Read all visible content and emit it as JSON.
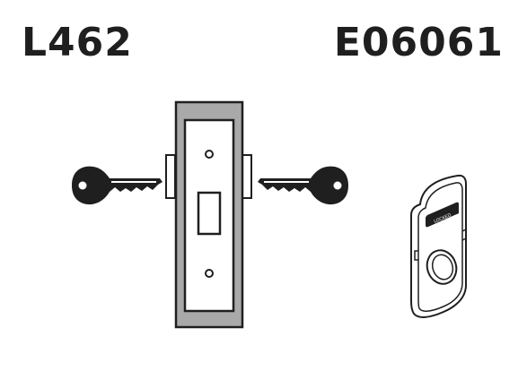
{
  "codes": {
    "lock_model": "L462",
    "trim_model": "E06061"
  },
  "trim_label": "LOCKED",
  "colors": {
    "ink": "#1f1f1f",
    "faceplate": "#a9a9a9",
    "background": "#ffffff"
  }
}
